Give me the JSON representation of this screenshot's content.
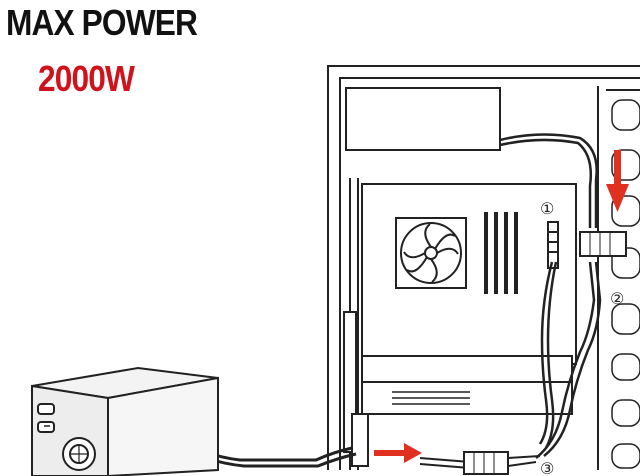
{
  "header": {
    "title": "MAX POWER",
    "wattage": "2000W"
  },
  "markers": {
    "one": "①",
    "two": "②",
    "three": "③"
  },
  "colors": {
    "wattage_text": "#d0121b",
    "arrow": "#e03020",
    "line": "#222222",
    "background": "#ffffff"
  }
}
